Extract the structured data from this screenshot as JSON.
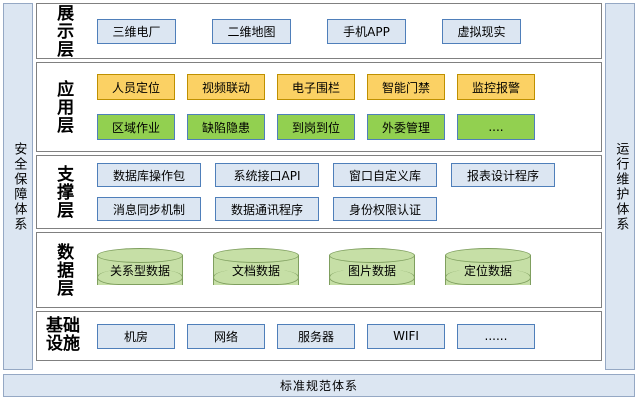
{
  "bands": {
    "left": {
      "text": "安全保障体系"
    },
    "right": {
      "text": "运行维护体系"
    },
    "bottom": {
      "text": "标准规范体系"
    }
  },
  "colors": {
    "band_fill": "#dce6f2",
    "band_border": "#95a8c4",
    "blue_fill": "#dce6f2",
    "blue_border": "#4f7fba",
    "yellow_fill": "#fbd164",
    "yellow_border": "#bf9000",
    "green_fill": "#92d050",
    "green_border": "#4f7fba",
    "cylinder_fill": "#c6dfa6",
    "cylinder_border": "#7f9f5f",
    "layer_border": "#808080"
  },
  "layers": [
    {
      "id": "presentation",
      "label": "展示层",
      "rows": [
        {
          "style": "blue",
          "items": [
            "三维电厂",
            "二维地图",
            "手机APP",
            "虚拟现实"
          ]
        }
      ]
    },
    {
      "id": "application",
      "label": "应用层",
      "rows": [
        {
          "style": "yellow",
          "items": [
            "人员定位",
            "视频联动",
            "电子围栏",
            "智能门禁",
            "监控报警"
          ]
        },
        {
          "style": "green",
          "items": [
            "区域作业",
            "缺陷隐患",
            "到岗到位",
            "外委管理",
            "...."
          ]
        }
      ]
    },
    {
      "id": "support",
      "label": "支撑层",
      "rows": [
        {
          "style": "blue",
          "items": [
            "数据库操作包",
            "系统接口API",
            "窗口自定义库",
            "报表设计程序"
          ]
        },
        {
          "style": "blue",
          "items": [
            "消息同步机制",
            "数据通讯程序",
            "身份权限认证"
          ]
        }
      ]
    },
    {
      "id": "data",
      "label": "数据层",
      "rows": [
        {
          "style": "cylinder",
          "items": [
            "关系型数据",
            "文档数据",
            "图片数据",
            "定位数据"
          ]
        }
      ]
    },
    {
      "id": "infrastructure",
      "label": "基础设施",
      "label_layout": "grid2",
      "rows": [
        {
          "style": "blue",
          "items": [
            "机房",
            "网络",
            "服务器",
            "WIFI",
            "......"
          ]
        }
      ]
    }
  ]
}
